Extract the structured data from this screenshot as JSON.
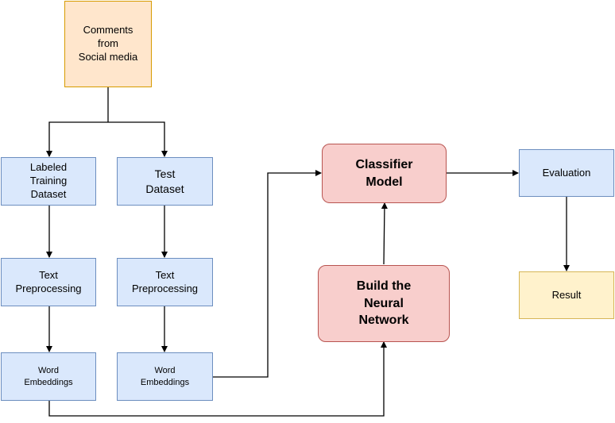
{
  "nodes": {
    "comments": "Comments\nfrom\nSocial media",
    "labeled_training": "Labeled\nTraining\nDataset",
    "test_dataset": "Test\nDataset",
    "text_prep_left": "Text\nPreprocessing",
    "text_prep_right": "Text\nPreprocessing",
    "word_emb_left": "Word\nEmbeddings",
    "word_emb_right": "Word\nEmbeddings",
    "classifier_model": "Classifier\nModel",
    "build_network": "Build the\nNeural\nNetwork",
    "evaluation": "Evaluation",
    "result": "Result"
  },
  "colors": {
    "blue_fill": "#dae8fc",
    "blue_border": "#6c8ebf",
    "orange_fill": "#ffe6cc",
    "orange_border": "#d79b00",
    "red_fill": "#f8cecc",
    "red_border": "#b85450",
    "yellow_fill": "#fff2cc",
    "yellow_border": "#d6b656",
    "edge": "#000000"
  }
}
